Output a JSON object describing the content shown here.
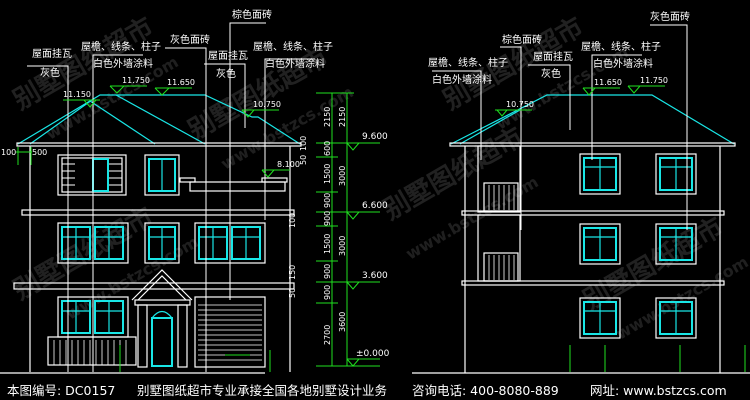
{
  "left_elevation": {
    "labels": {
      "roof_tile_1": "屋面挂瓦",
      "roof_tile_color_1": "灰色",
      "eaves_1": "屋檐、线条、柱子",
      "white_paint_1": "白色外墙涂料",
      "grey_tile": "灰色面砖",
      "roof_tile_2": "屋面挂瓦",
      "roof_tile_color_2": "灰色",
      "brown_tile": "棕色面砖",
      "eaves_2": "屋檐、线条、柱子",
      "white_paint_2": "白色外墙涂料"
    },
    "elevations": [
      "11.150",
      "11.750",
      "11.650",
      "10.750",
      "8.100"
    ],
    "dims_left": [
      "100",
      "500"
    ],
    "dims_small": [
      "50",
      "100",
      "100",
      "150",
      "50"
    ],
    "dims_inner": [
      "2150",
      "600",
      "1500",
      "900",
      "900",
      "1500",
      "900",
      "900",
      "2700"
    ],
    "dims_outer": [
      "2150",
      "3000",
      "3000",
      "3600"
    ],
    "levels": [
      "9.600",
      "6.600",
      "3.600",
      "±0.000"
    ]
  },
  "right_elevation": {
    "labels": {
      "grey_tile": "灰色面砖",
      "brown_tile": "棕色面砖",
      "eaves_1": "屋檐、线条、柱子",
      "white_paint_1": "白色外墙涂料",
      "roof_tile": "屋面挂瓦",
      "roof_tile_color": "灰色",
      "eaves_2": "屋檐、线条、柱子",
      "white_paint_2": "白色外墙涂料"
    },
    "elevations": [
      "10.750",
      "11.650",
      "11.750"
    ]
  },
  "watermark": {
    "text": "别墅图纸超市",
    "url": "www.bstzcs.com"
  },
  "footer": {
    "drawing_no": "本图编号: DC0157",
    "service": "别墅图纸超市专业承接全国各地别墅设计业务",
    "phone": "咨询电话: 400-8080-889",
    "website": "网址: www.bstzcs.com"
  }
}
